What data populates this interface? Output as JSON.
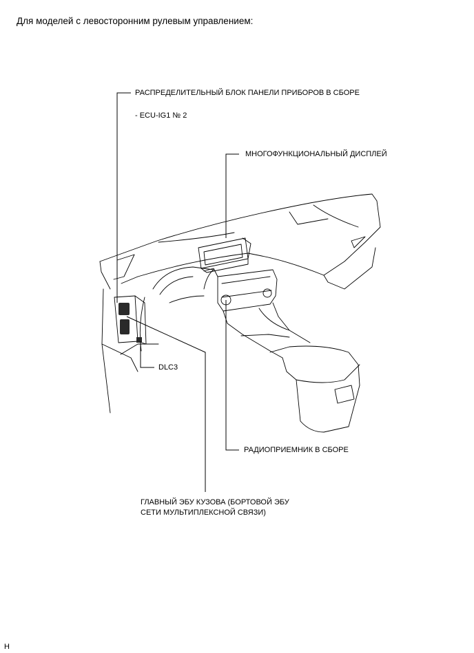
{
  "header": {
    "text": "Для моделей с левосторонним рулевым управлением:"
  },
  "labels": {
    "junction_block": "РАСПРЕДЕЛИТЕЛЬНЫЙ БЛОК ПАНЕЛИ ПРИБОРОВ В СБОРЕ",
    "fuse": "- ECU-IG1 № 2",
    "display": "МНОГОФУНКЦИОНАЛЬНЫЙ ДИСПЛЕЙ",
    "dlc3": "DLC3",
    "radio": "РАДИОПРИЕМНИК В СБОРЕ",
    "body_ecu_line1": "ГЛАВНЫЙ ЭБУ КУЗОВА (БОРТОВОЙ ЭБУ",
    "body_ecu_line2": "СЕТИ МУЛЬТИПЛЕКСНОЙ СВЯЗИ)"
  },
  "corner_mark": "H"
}
